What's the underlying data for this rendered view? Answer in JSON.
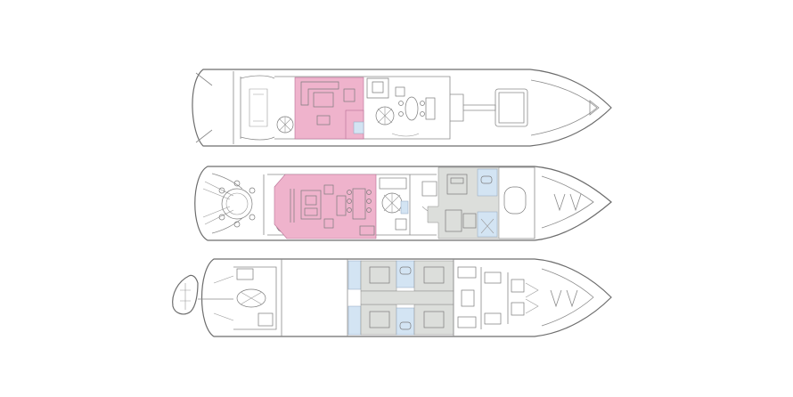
{
  "colors": {
    "background": "#ffffff",
    "hull_outline": "#6d6d6d",
    "salon_zone": "#efb3cc",
    "guest_zone": "#dcdedb",
    "bathroom_zone": "#d3e4f3"
  },
  "decks": [
    {
      "id": "upper-deck",
      "zones": [
        "salon",
        "bathroom"
      ]
    },
    {
      "id": "main-deck",
      "zones": [
        "salon",
        "guest",
        "bathroom"
      ]
    },
    {
      "id": "lower-deck",
      "zones": [
        "guest",
        "bathroom"
      ]
    }
  ]
}
